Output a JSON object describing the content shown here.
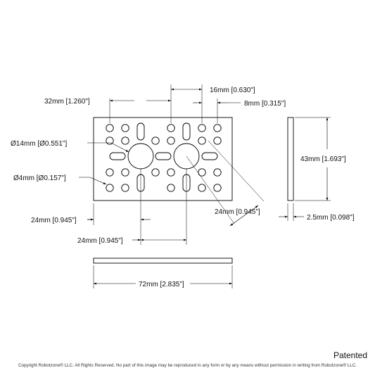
{
  "dimensions": {
    "hole_pitch_32": "32mm [1.260\"]",
    "hole_pitch_16": "16mm [0.630\"]",
    "hole_pitch_8": "8mm [0.315\"]",
    "large_bore": "Ø14mm [Ø0.551\"]",
    "small_hole": "Ø4mm [Ø0.157\"]",
    "height_43": "43mm [1.693\"]",
    "left_offset_24": "24mm [0.945\"]",
    "diag_24": "24mm [0.945\"]",
    "bottom_24": "24mm [0.945\"]",
    "thickness": "2.5mm [0.098\"]",
    "width_72": "72mm [2.835\"]"
  },
  "footer": {
    "patented": "Patented",
    "copyright": "Copyright Robotzone® LLC.  All Rights Reserved. No part of this image may be reproduced in any form or by any means without permission in writing from Robotzone® LLC."
  }
}
